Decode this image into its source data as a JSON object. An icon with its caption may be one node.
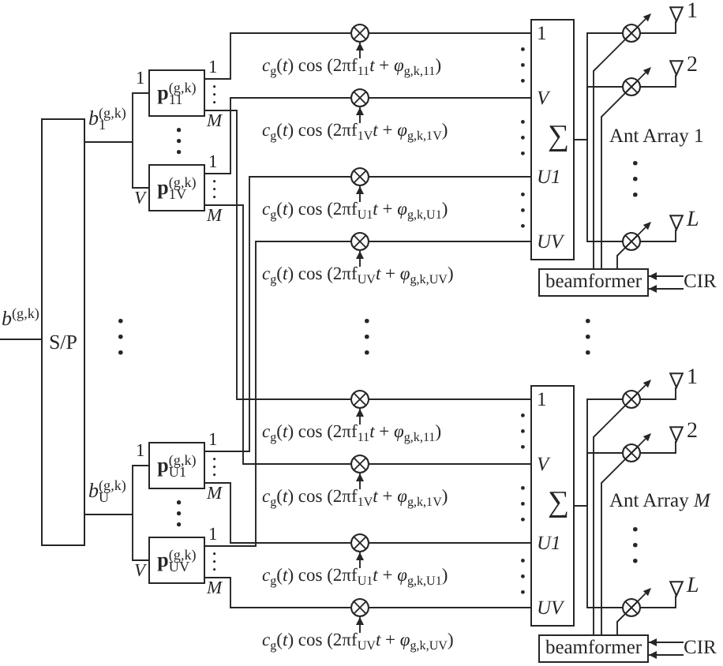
{
  "diagram": {
    "nodes": [
      {
        "text": [
          "S/P"
        ]
      },
      {
        "text": [
          "**p**$_{11}$$^{(g,k)}$"
        ]
      },
      {
        "text": [
          "**p**$_{1V}$$^{(g,k)}$"
        ]
      },
      {
        "text": [
          "**p**$_{U1}$$^{(g,k)}$"
        ]
      },
      {
        "text": [
          "**p**$_{UV}$$^{(g,k)}$"
        ]
      },
      {
        "text": [],
        "shape": "circle"
      },
      {
        "text": [
          "*c*$_{g}$(*t*) cos (2πf$_{11}$*t* + *φ*$_{g,k,11}$)"
        ]
      },
      {
        "text": [],
        "shape": "circle"
      },
      {
        "text": [
          "*c*$_{g}$(*t*) cos (2πf$_{1V}$*t* + *φ*$_{g,k,1V}$)"
        ]
      },
      {
        "text": [],
        "shape": "circle"
      },
      {
        "text": [
          "*c*$_{g}$(*t*) cos (2πf$_{U1}$*t* + *φ*$_{g,k,U1}$)"
        ]
      },
      {
        "text": [],
        "shape": "circle"
      },
      {
        "text": [
          "*c*$_{g}$(*t*) cos (2πf$_{UV}$*t* + *φ*$_{g,k,UV}$)"
        ]
      },
      {
        "text": [
          "1",
          "V",
          "∑",
          "U1",
          "UV"
        ]
      },
      {
        "text": [],
        "shape": "circle"
      },
      {
        "text": [],
        "shape": "antenna",
        "beside": [
          "1"
        ]
      },
      {
        "text": [],
        "shape": "circle"
      },
      {
        "text": [],
        "shape": "antenna",
        "beside": [
          "2"
        ]
      },
      {
        "text": [],
        "shape": "circle"
      },
      {
        "text": [],
        "shape": "antenna",
        "beside": [
          "L"
        ]
      },
      {
        "text": [
          "beamformer"
        ]
      },
      {
        "text": [
          "CIR"
        ]
      },
      {
        "text": [],
        "shape": "circle"
      },
      {
        "text": [
          "*c*$_{g}$(*t*) cos (2πf$_{11}$*t* + *φ*$_{g,k,11}$)"
        ]
      },
      {
        "text": [],
        "shape": "circle"
      },
      {
        "text": [
          "*c*$_{g}$(*t*) cos (2πf$_{1V}$*t* + *φ*$_{g,k,1V}$)"
        ]
      },
      {
        "text": [],
        "shape": "circle"
      },
      {
        "text": [
          "*c*$_{g}$(*t*) cos (2πf$_{U1}$*t* + *φ*$_{g,k,U1}$)"
        ]
      },
      {
        "text": [],
        "shape": "circle"
      },
      {
        "text": [
          "*c*$_{g}$(*t*) cos (2πf$_{UV}$*t* + *φ*$_{g,k,UV}$)"
        ]
      },
      {
        "text": [
          "1",
          "V",
          "∑",
          "U1",
          "UV"
        ]
      },
      {
        "text": [],
        "shape": "circle"
      },
      {
        "text": [],
        "shape": "antenna",
        "beside": [
          "1"
        ]
      },
      {
        "text": [],
        "shape": "circle"
      },
      {
        "text": [],
        "shape": "antenna",
        "beside": [
          "2"
        ]
      },
      {
        "text": [],
        "shape": "circle"
      },
      {
        "text": [],
        "shape": "antenna",
        "beside": [
          "L"
        ]
      },
      {
        "text": [
          "beamformer"
        ]
      },
      {
        "text": [
          "CIR"
        ]
      }
    ],
    "edges": [
      {
        "from": null,
        "to": 0,
        "arrow": "none",
        "label": "*b*$^{(g,k)}$"
      },
      {
        "from": 0,
        "to": 1,
        "arrow": "none",
        "label": "1"
      },
      {
        "from": 0,
        "to": 2,
        "arrow": "none",
        "label": "V"
      },
      {
        "from": 0,
        "to": 3,
        "arrow": "none",
        "label": "1"
      },
      {
        "from": 0,
        "to": 4,
        "arrow": "none",
        "label": "V"
      },
      {
        "from": 1,
        "to": 5,
        "arrow": "none",
        "label": "1"
      },
      {
        "from": 1,
        "to": 22,
        "arrow": "none",
        "label": "M"
      },
      {
        "from": 2,
        "to": 7,
        "arrow": "none",
        "label": "1"
      },
      {
        "from": 2,
        "to": 24,
        "arrow": "none",
        "label": "M"
      },
      {
        "from": 3,
        "to": 9,
        "arrow": "none",
        "label": "1"
      },
      {
        "from": 3,
        "to": 26,
        "arrow": "none",
        "label": "M"
      },
      {
        "from": 4,
        "to": 11,
        "arrow": "none",
        "label": "1"
      },
      {
        "from": 4,
        "to": 28,
        "arrow": "none",
        "label": "M"
      },
      {
        "from": 6,
        "to": 5,
        "arrow": "to"
      },
      {
        "from": 8,
        "to": 7,
        "arrow": "to"
      },
      {
        "from": 10,
        "to": 9,
        "arrow": "to"
      },
      {
        "from": 12,
        "to": 11,
        "arrow": "to"
      },
      {
        "from": 5,
        "to": 13,
        "arrow": "none"
      },
      {
        "from": 7,
        "to": 13,
        "arrow": "none"
      },
      {
        "from": 9,
        "to": 13,
        "arrow": "none"
      },
      {
        "from": 11,
        "to": 13,
        "arrow": "none"
      },
      {
        "from": 13,
        "to": 14,
        "arrow": "none"
      },
      {
        "from": 13,
        "to": 16,
        "arrow": "none"
      },
      {
        "from": 13,
        "to": 18,
        "arrow": "none"
      },
      {
        "from": 14,
        "to": 15,
        "arrow": "none"
      },
      {
        "from": 16,
        "to": 17,
        "arrow": "none"
      },
      {
        "from": 18,
        "to": 19,
        "arrow": "none"
      },
      {
        "from": 20,
        "to": 14,
        "arrow": "none"
      },
      {
        "from": 20,
        "to": 16,
        "arrow": "none"
      },
      {
        "from": 20,
        "to": 18,
        "arrow": "none"
      },
      {
        "from": 21,
        "to": 20,
        "arrow": "to"
      },
      {
        "from": 21,
        "to": 20,
        "arrow": "to"
      },
      {
        "from": 23,
        "to": 22,
        "arrow": "to"
      },
      {
        "from": 25,
        "to": 24,
        "arrow": "to"
      },
      {
        "from": 27,
        "to": 26,
        "arrow": "to"
      },
      {
        "from": 29,
        "to": 28,
        "arrow": "to"
      },
      {
        "from": 22,
        "to": 30,
        "arrow": "none"
      },
      {
        "from": 24,
        "to": 30,
        "arrow": "none"
      },
      {
        "from": 26,
        "to": 30,
        "arrow": "none"
      },
      {
        "from": 28,
        "to": 30,
        "arrow": "none"
      },
      {
        "from": 30,
        "to": 31,
        "arrow": "none"
      },
      {
        "from": 30,
        "to": 33,
        "arrow": "none"
      },
      {
        "from": 30,
        "to": 35,
        "arrow": "none"
      },
      {
        "from": 31,
        "to": 32,
        "arrow": "none"
      },
      {
        "from": 33,
        "to": 34,
        "arrow": "none"
      },
      {
        "from": 35,
        "to": 36,
        "arrow": "none"
      },
      {
        "from": 37,
        "to": 31,
        "arrow": "none"
      },
      {
        "from": 37,
        "to": 33,
        "arrow": "none"
      },
      {
        "from": 37,
        "to": 35,
        "arrow": "none"
      },
      {
        "from": 38,
        "to": 37,
        "arrow": "to"
      },
      {
        "from": 38,
        "to": 37,
        "arrow": "to"
      }
    ],
    "labels": [
      "*b*$_{1}$$^{(g,k)}$",
      "*b*$_{U}$$^{(g,k)}$",
      "Ant Array 1",
      "Ant Array *M*"
    ]
  }
}
